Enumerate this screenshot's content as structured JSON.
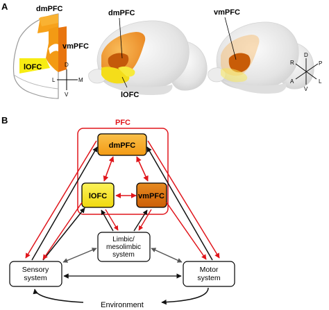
{
  "panel_a": {
    "label": "A",
    "section_labels": {
      "dmpfc": "dmPFC",
      "vmpfc": "vmPFC",
      "lofc": "lOFC"
    },
    "section_axes": {
      "d": "D",
      "v": "V",
      "l": "L",
      "m": "M"
    },
    "brain1_labels": {
      "dmpfc": "dmPFC",
      "lofc": "lOFC"
    },
    "brain2_labels": {
      "vmpfc": "vmPFC"
    },
    "orientation": {
      "d": "D",
      "v": "V",
      "r": "R",
      "p": "P",
      "a": "A",
      "l": "L"
    }
  },
  "panel_b": {
    "label": "B",
    "pfc_label": "PFC",
    "nodes": {
      "dmpfc": "dmPFC",
      "lofc": "lOFC",
      "vmpfc": "vmPFC",
      "limbic_line1": "Limbic/",
      "limbic_line2": "mesolimbic",
      "limbic_line3": "system",
      "sensory_line1": "Sensory",
      "sensory_line2": "system",
      "motor_line1": "Motor",
      "motor_line2": "system",
      "environment": "Environment"
    }
  },
  "colors": {
    "dmpfc_fill": "#f7a21b",
    "vmpfc_fill": "#e8750f",
    "lofc_fill": "#f7ec12",
    "pfc_red": "#e0151b",
    "dark_arrow": "#222222",
    "gray_arrow": "#555555"
  }
}
